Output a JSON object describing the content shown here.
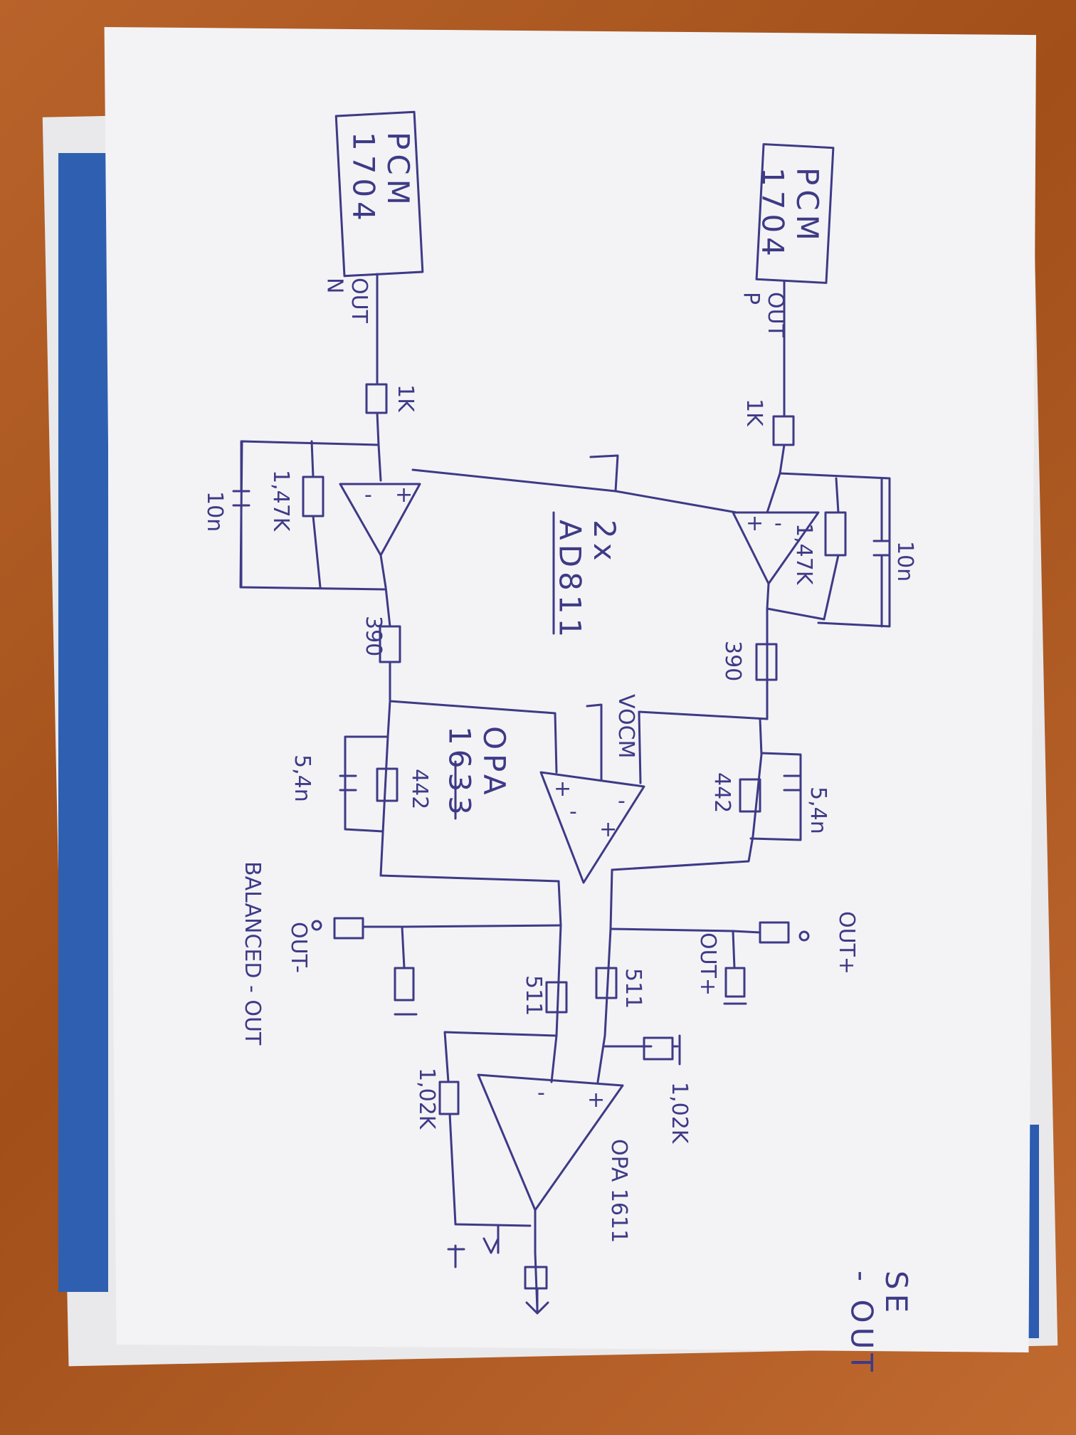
{
  "labels": {
    "dac_top": "PCM\n1704",
    "dac_bottom": "PCM\n1704",
    "out_p": "OUT\nP",
    "out_n": "OUT\nN",
    "r_1k_top": "1K",
    "r_1k_bottom": "1K",
    "r_fb_top": "1,47K",
    "r_fb_bottom": "1,47K",
    "c_fb_top": "10n",
    "c_fb_bottom": "10n",
    "ad811": "2x\nAD811",
    "r_390_top": "390",
    "r_390_bottom": "390",
    "vocm": "VOCM",
    "opa1633": "OPA\n1633",
    "r_442_top": "442",
    "r_442_bottom": "442",
    "c_54_top": "5,4n",
    "c_54_bottom": "5,4n",
    "out_plus_a": "OUT+",
    "out_plus_b": "OUT+",
    "out_minus": "OUT-",
    "balanced_out": "BALANCED - OUT",
    "r_511_a": "511",
    "r_511_b": "511",
    "r_102_a": "1,02K",
    "r_102_b": "1,02K",
    "opa1611": "OPA 1611",
    "se_out": "SE\n- OUT",
    "minus": "-",
    "plus": "+"
  },
  "colors": {
    "ink": "#3e3a86",
    "paper": "#f3f3f6",
    "desk": "#a8561e"
  }
}
